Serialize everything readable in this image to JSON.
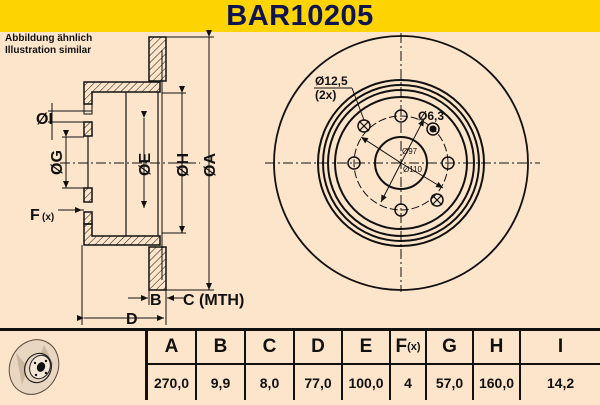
{
  "header": {
    "title": "BAR10205",
    "background": "#FDD400",
    "text_color": "#0F1450"
  },
  "note": {
    "line1": "Abbildung ähnlich",
    "line2": "Illustration similar"
  },
  "side_view": {
    "labels": {
      "I": "ØI",
      "G": "ØG",
      "E": "ØE",
      "H": "ØH",
      "A": "ØA",
      "F": "F",
      "F_sub": "(x)",
      "B": "B",
      "C": "C (MTH)",
      "D": "D"
    }
  },
  "front_view": {
    "labels": {
      "hole_large": "Ø12,5",
      "hole_large_count": "(2x)",
      "hole_small": "Ø6,3",
      "center_bore": "Ø97",
      "pcd": "Ø110"
    }
  },
  "table": {
    "thumbnail": "brake-disc-icon",
    "columns": [
      {
        "key": "A",
        "label": "A",
        "value": "270,0"
      },
      {
        "key": "B",
        "label": "B",
        "value": "9,9"
      },
      {
        "key": "C",
        "label": "C",
        "value": "8,0"
      },
      {
        "key": "D",
        "label": "D",
        "value": "77,0"
      },
      {
        "key": "E",
        "label": "E",
        "value": "100,0"
      },
      {
        "key": "F",
        "label": "F",
        "sub": "(x)",
        "value": "4"
      },
      {
        "key": "G",
        "label": "G",
        "value": "57,0"
      },
      {
        "key": "H",
        "label": "H",
        "value": "160,0"
      },
      {
        "key": "I",
        "label": "I",
        "value": "14,2"
      }
    ]
  },
  "colors": {
    "background": "#FDE5CB",
    "line": "#111111"
  }
}
